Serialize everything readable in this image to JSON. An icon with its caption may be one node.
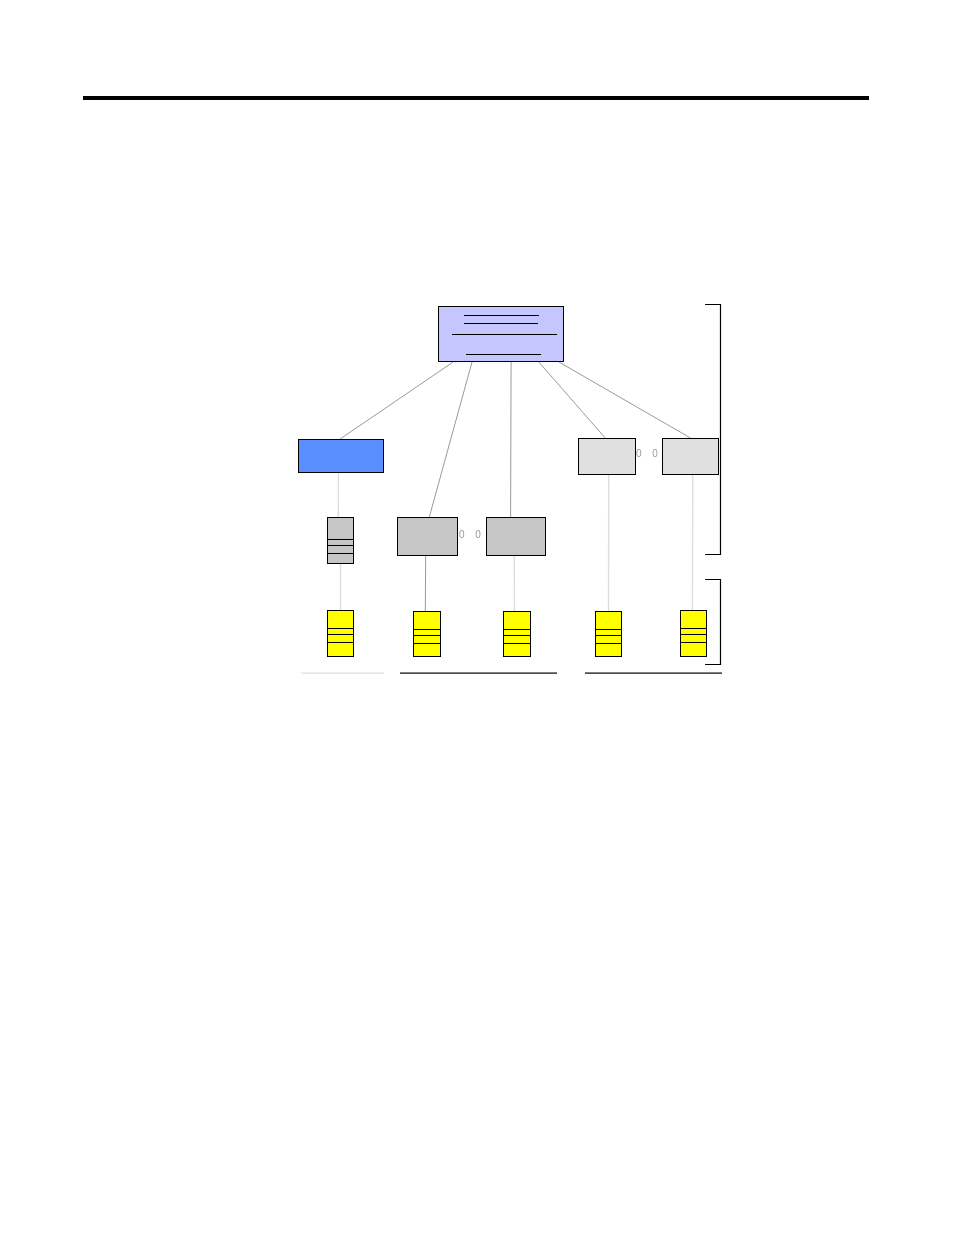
{
  "diagram": {
    "nodes": [
      {
        "text": [],
        "shape": "box"
      },
      {
        "text": [],
        "shape": "box"
      },
      {
        "text": [],
        "shape": "box"
      },
      {
        "text": [],
        "shape": "box"
      },
      {
        "text": [],
        "shape": "box"
      },
      {
        "text": [],
        "shape": "box"
      },
      {
        "text": [],
        "shape": "box"
      },
      {
        "text": [],
        "shape": "box"
      },
      {
        "text": [],
        "shape": "box"
      },
      {
        "text": [],
        "shape": "box"
      },
      {
        "text": [],
        "shape": "box"
      },
      {
        "text": [],
        "shape": "box"
      }
    ],
    "edges": [
      {
        "from": 0,
        "to": 1,
        "arrow": "none"
      },
      {
        "from": 0,
        "to": 3,
        "arrow": "none"
      },
      {
        "from": 0,
        "to": 4,
        "arrow": "none"
      },
      {
        "from": 0,
        "to": 5,
        "arrow": "none"
      },
      {
        "from": 0,
        "to": 6,
        "arrow": "none"
      },
      {
        "from": 1,
        "to": 2,
        "arrow": "none",
        "color": "#dddddd"
      },
      {
        "from": 2,
        "to": 7,
        "arrow": "none",
        "color": "#dddddd"
      },
      {
        "from": 3,
        "to": 8,
        "arrow": "none"
      },
      {
        "from": 4,
        "to": 9,
        "arrow": "none",
        "color": "#dddddd"
      },
      {
        "from": 5,
        "to": 10,
        "arrow": "none",
        "color": "#dddddd"
      },
      {
        "from": 6,
        "to": 11,
        "arrow": "none",
        "color": "#dddddd"
      }
    ],
    "labels": [
      "0 0",
      "0 0"
    ]
  }
}
